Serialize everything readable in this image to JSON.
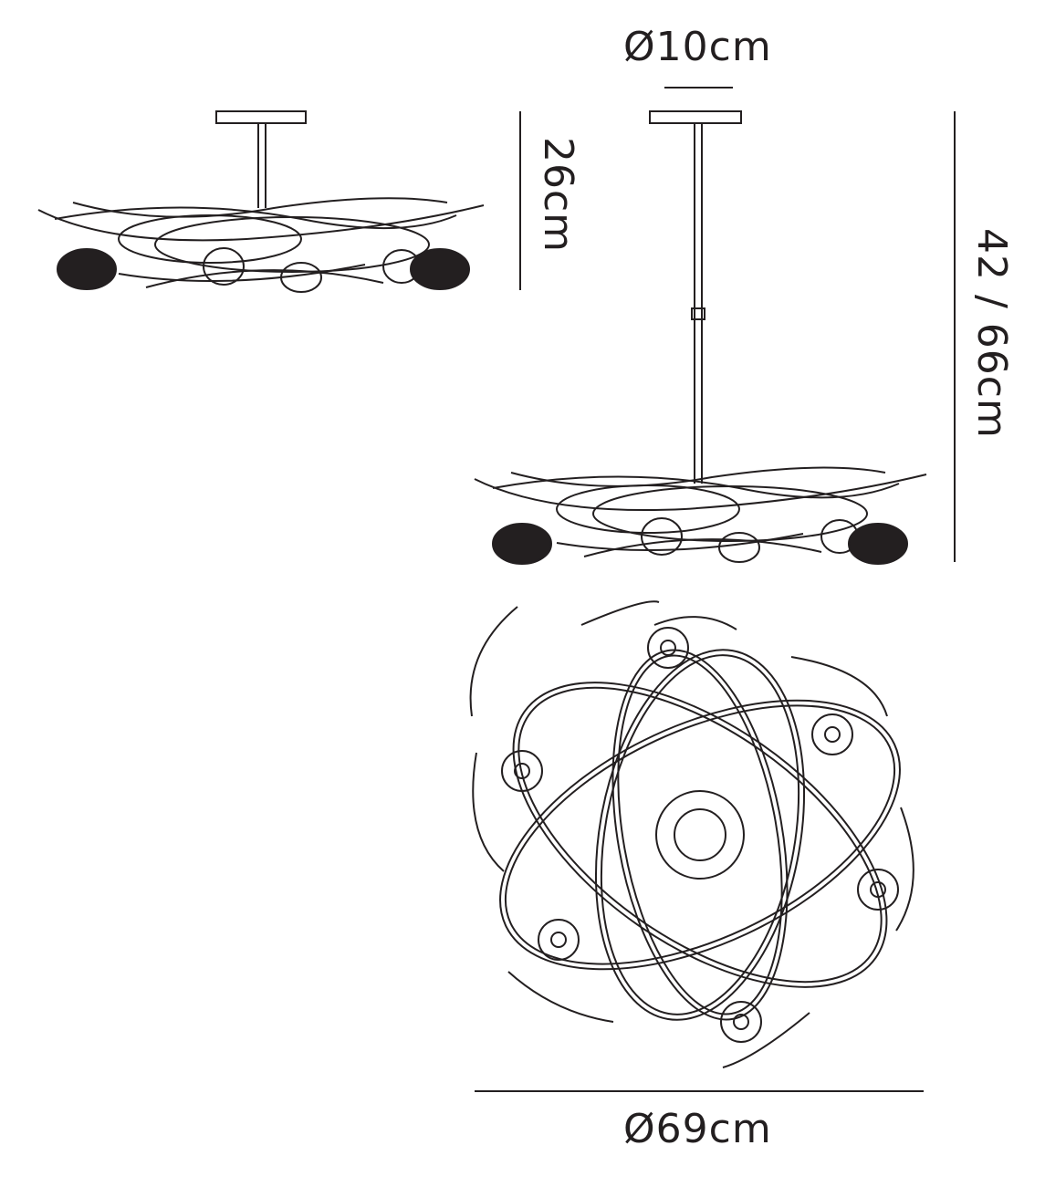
{
  "dimensions": {
    "canopy_diameter": "Ø10cm",
    "ceiling_height": "26cm",
    "pendant_height": "42 / 66cm",
    "overall_diameter": "Ø69cm"
  },
  "colors": {
    "line": "#231f20",
    "shade": "#231f20"
  }
}
